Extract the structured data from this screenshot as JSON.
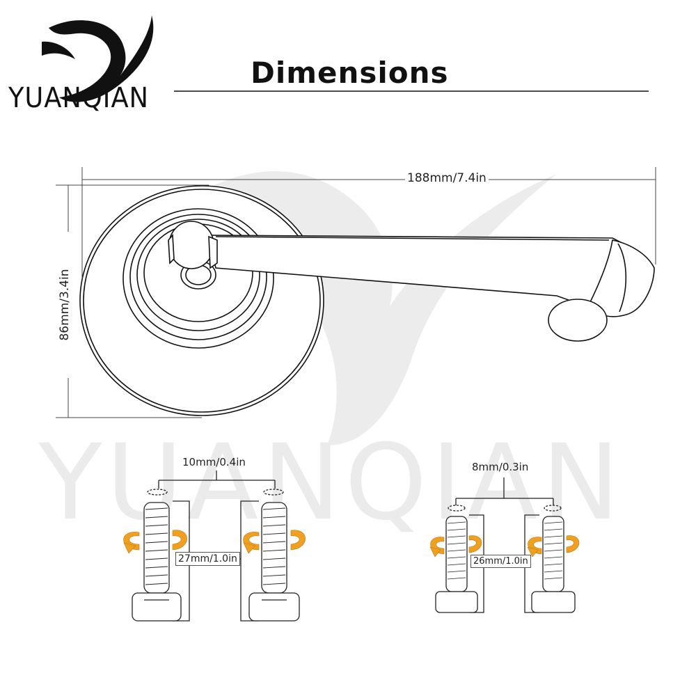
{
  "brand": {
    "name": "YUANQIAN",
    "watermark": "YUANQIAN"
  },
  "title": "Dimensions",
  "mirror": {
    "width_label": "188mm/7.4in",
    "height_label": "86mm/3.4in"
  },
  "bolt_set_large": {
    "spacing_label": "10mm/0.4in",
    "length_label": "27mm/1.0in"
  },
  "bolt_set_small": {
    "spacing_label": "8mm/0.3in",
    "length_label": "26mm/1.0in"
  },
  "colors": {
    "ink": "#111111",
    "arrow": "#f0a020",
    "watermark": "#e6e6e6"
  }
}
